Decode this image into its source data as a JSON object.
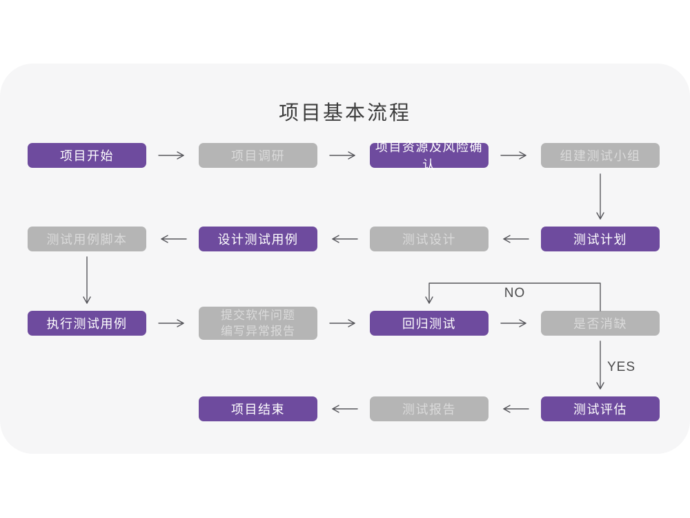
{
  "title": "项目基本流程",
  "edge_labels": {
    "no": "NO",
    "yes": "YES"
  },
  "colors": {
    "accent_purple": "#6e4b9e",
    "node_gray": "#b5b5b5",
    "node_gray_text": "#dadada",
    "panel_bg": "#f6f6f7",
    "arrow": "#55555a"
  },
  "nodes": [
    {
      "id": "project-start",
      "label": "项目开始",
      "type": "purple"
    },
    {
      "id": "project-research",
      "label": "项目调研",
      "type": "gray"
    },
    {
      "id": "project-resources-risk",
      "label": "项目资源及风险确认",
      "type": "purple"
    },
    {
      "id": "build-test-team",
      "label": "组建测试小组",
      "type": "gray"
    },
    {
      "id": "test-plan",
      "label": "测试计划",
      "type": "purple"
    },
    {
      "id": "test-design",
      "label": "测试设计",
      "type": "gray"
    },
    {
      "id": "design-test-cases",
      "label": "设计测试用例",
      "type": "purple"
    },
    {
      "id": "test-case-script",
      "label": "测试用例脚本",
      "type": "gray"
    },
    {
      "id": "execute-test-cases",
      "label": "执行测试用例",
      "type": "purple"
    },
    {
      "id": "submit-issues-write-report",
      "label": "提交软件问题\n编写异常报告",
      "type": "gray"
    },
    {
      "id": "regression-test",
      "label": "回归测试",
      "type": "purple"
    },
    {
      "id": "defect-cleared",
      "label": "是否消缺",
      "type": "gray"
    },
    {
      "id": "test-evaluation",
      "label": "测试评估",
      "type": "purple"
    },
    {
      "id": "test-report",
      "label": "测试报告",
      "type": "gray"
    },
    {
      "id": "project-end",
      "label": "项目结束",
      "type": "purple"
    }
  ],
  "edges": [
    {
      "from": "project-start",
      "to": "project-research"
    },
    {
      "from": "project-research",
      "to": "project-resources-risk"
    },
    {
      "from": "project-resources-risk",
      "to": "build-test-team"
    },
    {
      "from": "build-test-team",
      "to": "test-plan"
    },
    {
      "from": "test-plan",
      "to": "test-design"
    },
    {
      "from": "test-design",
      "to": "design-test-cases"
    },
    {
      "from": "design-test-cases",
      "to": "test-case-script"
    },
    {
      "from": "test-case-script",
      "to": "execute-test-cases"
    },
    {
      "from": "execute-test-cases",
      "to": "submit-issues-write-report"
    },
    {
      "from": "submit-issues-write-report",
      "to": "regression-test"
    },
    {
      "from": "regression-test",
      "to": "defect-cleared"
    },
    {
      "from": "defect-cleared",
      "to": "regression-test",
      "label": "NO"
    },
    {
      "from": "defect-cleared",
      "to": "test-evaluation",
      "label": "YES"
    },
    {
      "from": "test-evaluation",
      "to": "test-report"
    },
    {
      "from": "test-report",
      "to": "project-end"
    }
  ]
}
